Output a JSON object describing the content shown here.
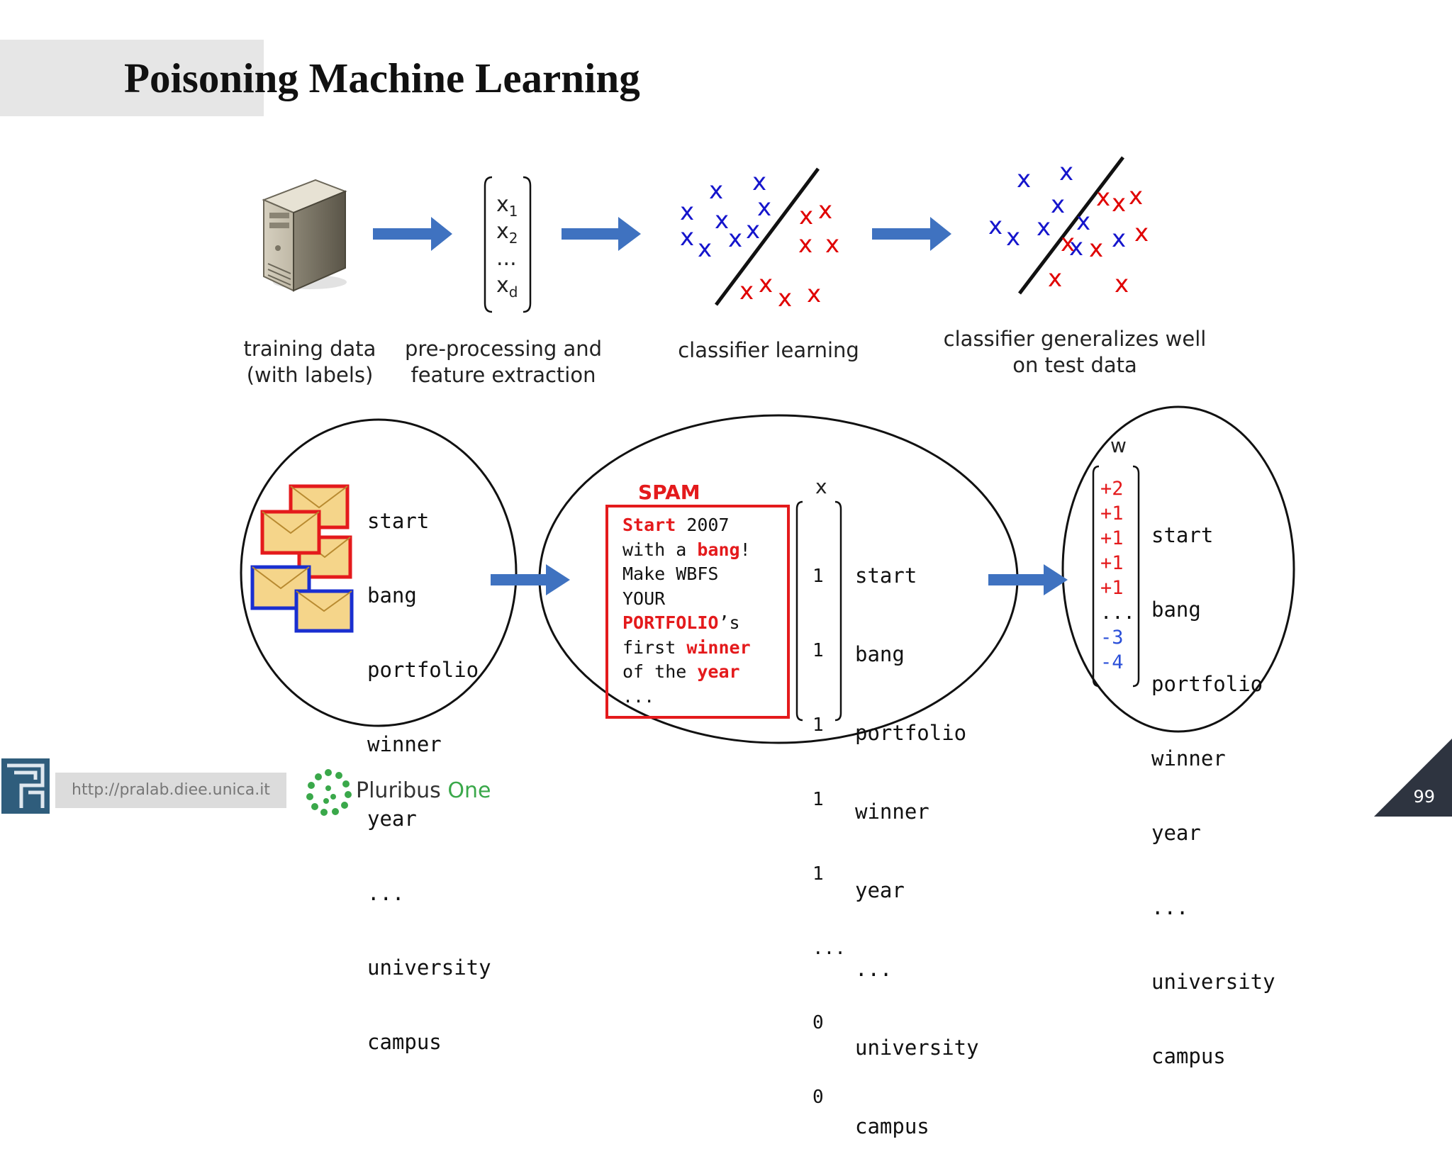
{
  "slide": {
    "title": "Poisoning Machine Learning",
    "page_number": "99"
  },
  "pipeline": {
    "step1_label": "training data\n(with labels)",
    "step2_label": "pre-processing and\nfeature extraction",
    "step2_features": [
      "x",
      "x",
      "...",
      "x"
    ],
    "step2_subscripts": [
      "1",
      "2",
      "",
      "d"
    ],
    "step3_label": "classifier learning",
    "step4_label": "classifier generalizes well\non test data"
  },
  "example": {
    "words_list": [
      "start",
      "bang",
      "portfolio",
      "winner",
      "year",
      "...",
      "university",
      "campus"
    ],
    "spam_label": "SPAM",
    "email_lines": [
      [
        {
          "t": "Start",
          "h": true
        },
        {
          "t": " 2007",
          "h": false
        }
      ],
      [
        {
          "t": "with a ",
          "h": false
        },
        {
          "t": "bang",
          "h": true
        },
        {
          "t": "!",
          "h": false
        }
      ],
      [
        {
          "t": "Make WBFS",
          "h": false
        }
      ],
      [
        {
          "t": "YOUR",
          "h": false
        }
      ],
      [
        {
          "t": "PORTFOLIO",
          "h": true
        },
        {
          "t": "’s",
          "h": false
        }
      ],
      [
        {
          "t": "first ",
          "h": false
        },
        {
          "t": "winner",
          "h": true
        }
      ],
      [
        {
          "t": "of the ",
          "h": false
        },
        {
          "t": "year",
          "h": true
        }
      ],
      [
        {
          "t": "...",
          "h": false
        }
      ]
    ],
    "x_label": "x",
    "x_vector": [
      "1",
      "1",
      "1",
      "1",
      "1",
      "...",
      "0",
      "0"
    ],
    "x_words": [
      "start",
      "bang",
      "portfolio",
      "winner",
      "year",
      "...",
      "university",
      "campus"
    ],
    "w_label": "w",
    "w_vector": [
      "+2",
      "+1",
      "+1",
      "+1",
      "+1",
      "...",
      "-3",
      "-4"
    ],
    "w_words": [
      "start",
      "bang",
      "portfolio",
      "winner",
      "year",
      "...",
      "university",
      "campus"
    ]
  },
  "footer": {
    "url": "http://pralab.diee.unica.it",
    "brand_main": "Pluribus ",
    "brand_accent": "One"
  },
  "colors": {
    "arrow": "#3f72c0",
    "class_blue": "#1515cc",
    "class_red": "#e00000",
    "spam_red": "#e41a1c",
    "ham_blue": "#1a2fd0"
  },
  "icons": [
    "server-icon",
    "envelope-stack-icon",
    "pralab-logo-icon",
    "pluribus-one-logo-icon"
  ]
}
